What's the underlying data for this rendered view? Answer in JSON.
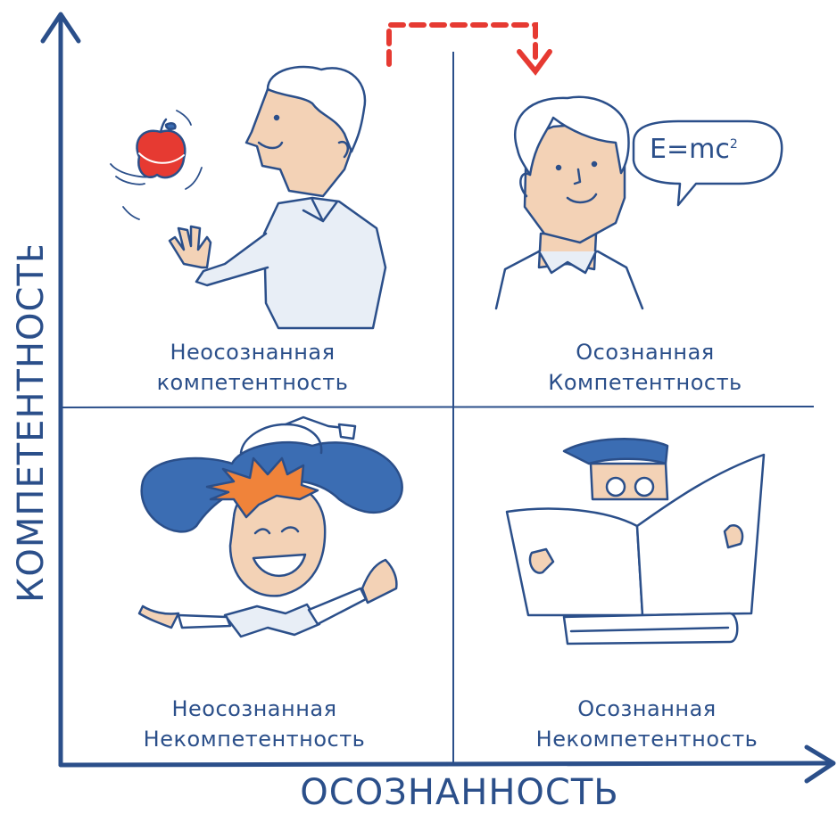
{
  "axes": {
    "y_title": "КОМПЕТЕНТНОСТЬ",
    "x_title": "ОСОЗНАННОСТЬ"
  },
  "quadrants": {
    "top_left": {
      "line1": "Неосознанная",
      "line2": "компетентность"
    },
    "top_right": {
      "line1": "Осознанная",
      "line2": "Компетентность"
    },
    "bottom_left": {
      "line1": "Неосознанная",
      "line2": "Некомпетентность"
    },
    "bottom_right": {
      "line1": "Осознанная",
      "line2": "Некомпетентность"
    }
  },
  "speech_bubble": {
    "formula": "E=mc",
    "superscript": "2"
  },
  "colors": {
    "line": "#2b4f8a",
    "arrow_dashed": "#e63a32",
    "hat": "#3b6db3",
    "hair_orange": "#f0833a",
    "skin": "#f3d2b6",
    "apple": "#e63a32",
    "shirt": "#e8eef6"
  }
}
